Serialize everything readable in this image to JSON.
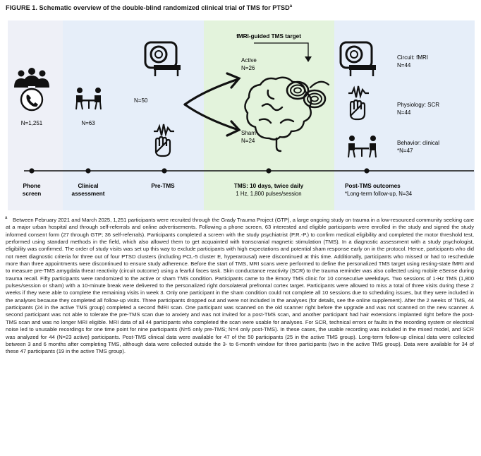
{
  "figure": {
    "title": "FIGURE 1.  Schematic overview of the double-blind randomized clinical trial of TMS for PTSD",
    "title_sup": "a"
  },
  "diagram": {
    "target_label": "fMRI-guided TMS target",
    "phone_count": "N=1,251",
    "clinical_count": "N=63",
    "pretms_count": "N=50",
    "active_label": "Active",
    "active_count": "N=26",
    "sham_label": "Sham",
    "sham_count": "N=24",
    "outcomes": [
      {
        "label": "Circuit: fMRI",
        "count": "N=44"
      },
      {
        "label": "Physiology: SCR",
        "count": "N=44"
      },
      {
        "label": "Behavior: clinical",
        "count": "*N=47"
      }
    ],
    "timeline": [
      {
        "line1": "Phone",
        "line2": "screen"
      },
      {
        "line1": "Clinical",
        "line2": "assessment"
      },
      {
        "line1": "Pre-TMS",
        "line2": ""
      },
      {
        "line1": "TMS: 10 days, twice daily",
        "line2": "1 Hz, 1,800 pulses/session"
      },
      {
        "line1": "Post-TMS outcomes",
        "line2": "*Long-term follow-up, N=34"
      }
    ],
    "colors": {
      "band_light": "#eef0f7",
      "band_blue": "#e6eef9",
      "band_green": "#e3f3dc",
      "ink": "#111111"
    }
  },
  "footnote": {
    "mark": "a",
    "text": "Between February 2021 and March 2025, 1,251 participants were recruited through the Grady Trauma Project (GTP), a large ongoing study on trauma in a low-resourced community seeking care at a major urban hospital and through self-referrals and online advertisements. Following a phone screen, 63 interested and eligible participants were enrolled in the study and signed the study informed consent form (27 through GTP; 36 self-referrals). Participants completed a screen with the study psychiatrist (P.R.-P.) to confirm medical eligibility and completed the motor threshold test, performed using standard methods in the field, which also allowed them to get acquainted with transcranial magnetic stimulation (TMS). In a diagnostic assessment with a study psychologist, eligibility was confirmed. The order of study visits was set up this way to exclude participants with high expectations and potential sham response early on in the protocol. Hence, participants who did not meet diagnostic criteria for three out of four PTSD clusters (including PCL-5 cluster E, hyperarousal) were discontinued at this time. Additionally, participants who missed or had to reschedule more than three appointments were discontinued to ensure study adherence. Before the start of TMS, MRI scans were performed to define the personalized TMS target using resting-state fMRI and to measure pre-TMS amygdala threat reactivity (circuit outcome) using a fearful faces task. Skin conductance reactivity (SCR) to the trauma reminder was also collected using mobile eSense during trauma recall. Fifty participants were randomized to the active or sham TMS condition. Participants came to the Emory TMS clinic for 10 consecutive weekdays. Two sessions of 1-Hz TMS (1,800 pulses/session or sham) with a 10-minute break were delivered to the personalized right dorsolateral prefrontal cortex target. Participants were allowed to miss a total of three visits during these 2 weeks if they were able to complete the remaining visits in week 3. Only one participant in the sham condition could not complete all 10 sessions due to scheduling issues, but they were included in the analyses because they completed all follow-up visits. Three participants dropped out and were not included in the analyses (for details, see the online supplement). After the 2 weeks of TMS, 44 participants (24 in the active TMS group) completed a second fMRI scan. One participant was scanned on the old scanner right before the upgrade and was not scanned on the new scanner. A second participant was not able to tolerate the pre-TMS scan due to anxiety and was not invited for a post-TMS scan, and another participant had hair extensions implanted right before the post-TMS scan and was no longer MRI eligible. MRI data of all 44 participants who completed the scan were usable for analyses. For SCR, technical errors or faults in the recording system or electrical noise led to unusable recordings for one time point for nine participants (N=5 only pre-TMS; N=4 only post-TMS). In these cases, the usable recording was included in the mixed model, and SCR was analyzed for 44 (N=23 active) participants. Post-TMS clinical data were available for 47 of the 50 participants (25 in the active TMS group). Long-term follow-up clinical data were collected between 3 and 6 months after completing TMS, although data were collected outside the 3- to 6-month window for three participants (two in the active TMS group). Data were available for 34 of these 47 participants (19 in the active TMS group)."
  }
}
